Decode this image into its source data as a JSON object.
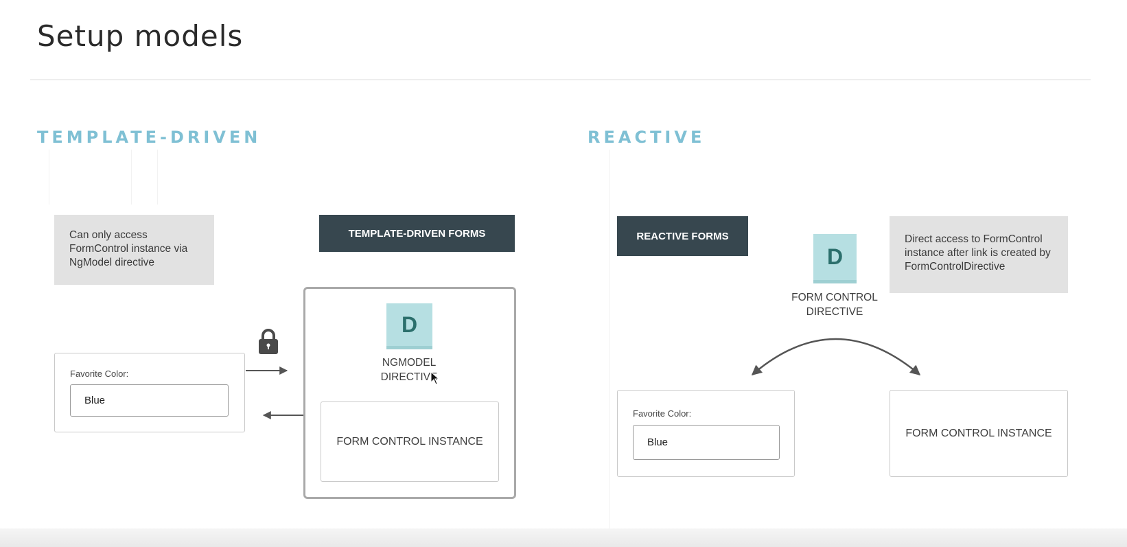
{
  "slide": {
    "title": "Setup models"
  },
  "left": {
    "heading": "TEMPLATE-DRIVEN",
    "note_lines": [
      "Can only access",
      "FormControl instance via",
      "NgModel directive"
    ],
    "banner": "TEMPLATE-DRIVEN FORMS",
    "form": {
      "label": "Favorite Color:",
      "value": "Blue"
    },
    "directive": {
      "letter": "D",
      "caption_lines": [
        "NGMODEL",
        "DIRECTIVE"
      ]
    },
    "instance": "FORM CONTROL INSTANCE",
    "icons": {
      "lock": "lock-icon"
    }
  },
  "right": {
    "heading": "REACTIVE",
    "banner": "REACTIVE FORMS",
    "directive": {
      "letter": "D",
      "caption_lines": [
        "FORM CONTROL",
        "DIRECTIVE"
      ]
    },
    "note_lines": [
      "Direct access to FormControl",
      "instance after link is created by",
      "FormControlDirective"
    ],
    "form": {
      "label": "Favorite Color:",
      "value": "Blue"
    },
    "instance": "FORM CONTROL INSTANCE"
  },
  "colors": {
    "heading_accent": "#7fc0d4",
    "banner_bg": "#37474f",
    "directive_bg": "#b6dfe2",
    "directive_text": "#2b6f6c",
    "note_bg": "#e2e2e2"
  }
}
